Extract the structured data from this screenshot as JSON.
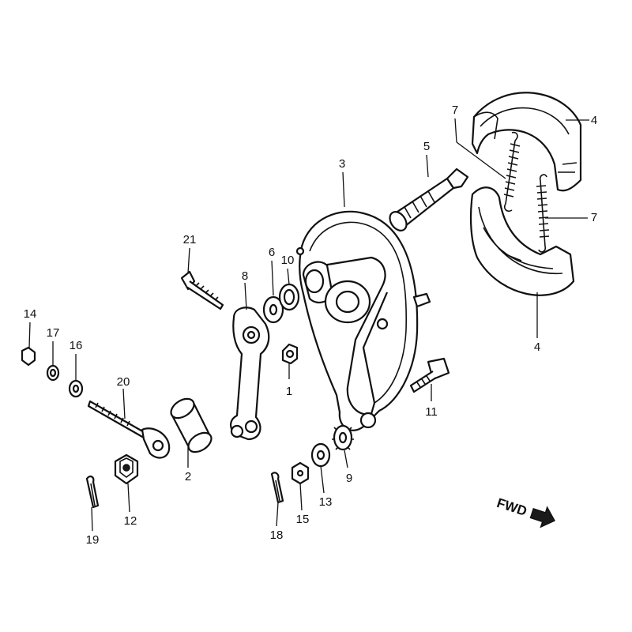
{
  "callouts": {
    "c1": "1",
    "c2": "2",
    "c3": "3",
    "c4a": "4",
    "c4b": "4",
    "c5": "5",
    "c6": "6",
    "c7a": "7",
    "c7b": "7",
    "c8": "8",
    "c9": "9",
    "c10": "10",
    "c11": "11",
    "c12": "12",
    "c13": "13",
    "c14": "14",
    "c15": "15",
    "c16": "16",
    "c17": "17",
    "c18": "18",
    "c19": "19",
    "c20": "20",
    "c21": "21"
  },
  "fwd_label": "FWD"
}
